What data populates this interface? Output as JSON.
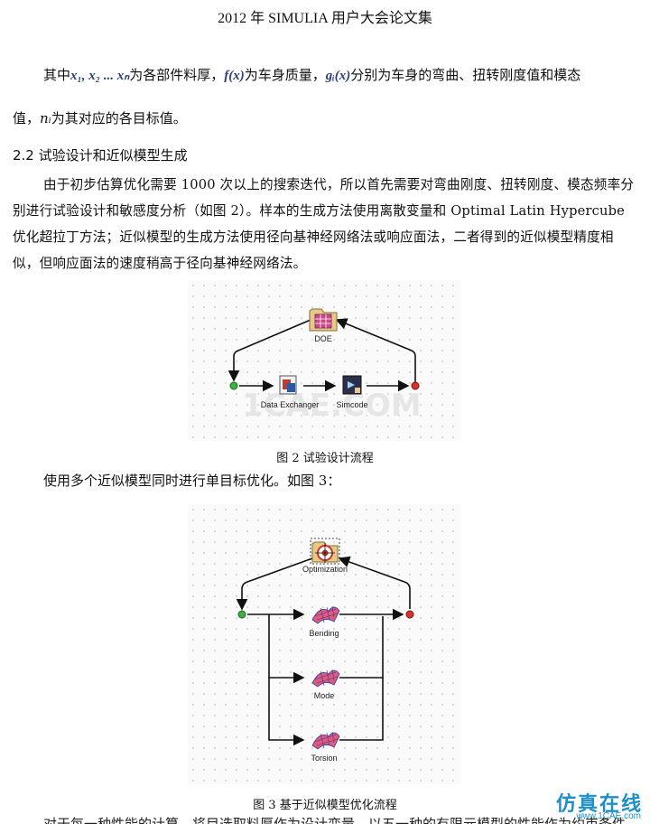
{
  "header": "2012 年 SIMULIA 用户大会论文集",
  "para1": {
    "before": "其中",
    "vars": "x₁, x₂ ... xₙ",
    "mid1": "为各部件料厚，",
    "fx": "f(x)",
    "mid2": "为车身质量，",
    "gx": "gᵢ(x)",
    "after": "分别为车身的弯曲、扭转刚度值和模态"
  },
  "para2": {
    "before": "值，",
    "ni": "nᵢ",
    "after": "为其对应的各目标值。"
  },
  "section_heading": "2.2  试验设计和近似模型生成",
  "body": "由于初步估算优化需要 1000 次以上的搜索迭代，所以首先需要对弯曲刚度、扭转刚度、模态频率分别进行试验设计和敏感度分析（如图 2）。样本的生成方法使用离散变量和 Optimal Latin Hypercube 优化超拉丁方法；近似模型的生成方法使用径向基神经网络法或响应面法，二者得到的近似模型精度相似，但响应面法的速度稍高于径向基神经网络法。",
  "figure2": {
    "nodes": {
      "doe": "DOE",
      "data_exchanger": "Data Exchanger",
      "simcode": "Simcode"
    },
    "watermark": "1CAE.COM",
    "caption": "图 2  试验设计流程"
  },
  "sentence": "使用多个近似模型同时进行单目标优化。如图 3：",
  "figure3": {
    "nodes": {
      "optimization": "Optimization",
      "bending": "Bending",
      "mode": "Mode",
      "torsion": "Torsion"
    },
    "caption": "图 3  基于近似模型优化流程"
  },
  "cut_text": "对于每一种性能的计算，将目选取料厚作为设计变量，以五一种的有限元模型的性能作为约束条件，",
  "brand": {
    "name": "仿真在线",
    "url": "www.1CAE.com"
  },
  "colors": {
    "start_node": "#3cb043",
    "end_node": "#d8322e",
    "brand": "#1f8fc8"
  }
}
